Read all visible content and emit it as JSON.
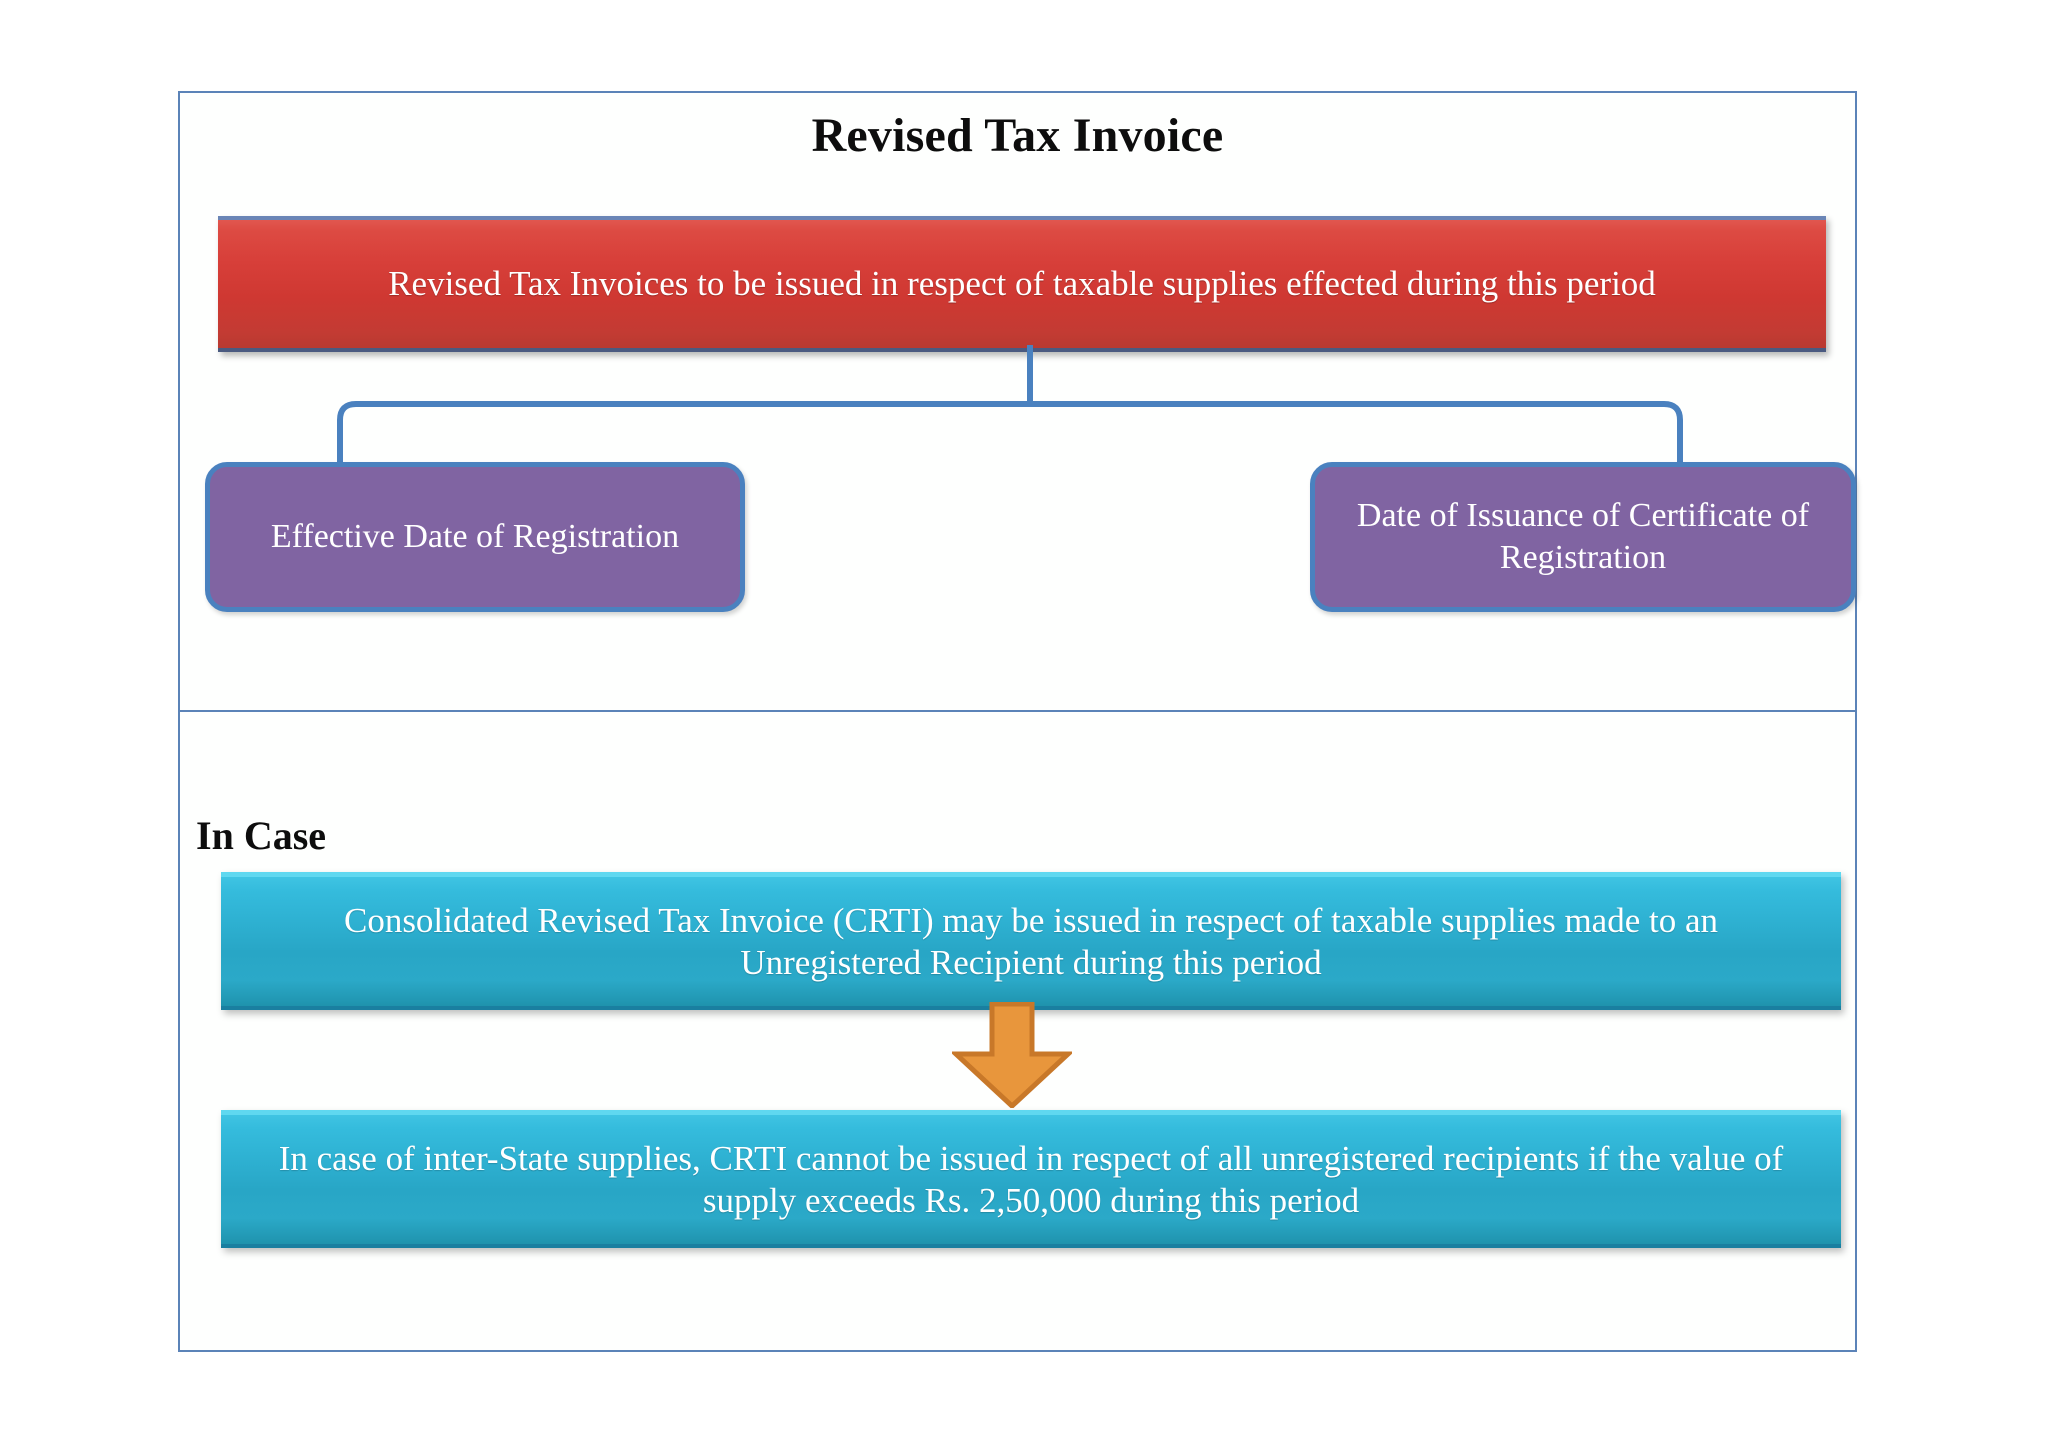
{
  "title": "Revised Tax Invoice",
  "red_banner": {
    "text": "Revised Tax Invoices to be issued in respect of taxable supplies effected during this period",
    "color": "#CF3832",
    "text_color": "#FFFFFF"
  },
  "branches": [
    {
      "label": "Effective Date of Registration",
      "color": "#8064A2",
      "border_color": "#4A81BF"
    },
    {
      "label": "Date of Issuance of Certificate of Registration",
      "color": "#8064A2",
      "border_color": "#4A81BF"
    }
  ],
  "lower_panel": {
    "heading": "In Case",
    "boxes": [
      {
        "text": "Consolidated Revised Tax Invoice (CRTI) may be issued in respect of taxable supplies made to an Unregistered Recipient during this period",
        "color": "#2FB3D4",
        "text_color": "#FFFFFF"
      },
      {
        "text": "In case of inter-State supplies, CRTI cannot be issued in respect of all unregistered recipients if the value of supply exceeds Rs. 2,50,000 during this period",
        "color": "#2FB3D4",
        "text_color": "#FFFFFF"
      }
    ],
    "arrow": {
      "direction": "down",
      "fill": "#E8963C",
      "stroke": "#C87829"
    }
  },
  "frame": {
    "border_color": "#5B83B8"
  },
  "connector": {
    "color": "#4A81BF"
  }
}
